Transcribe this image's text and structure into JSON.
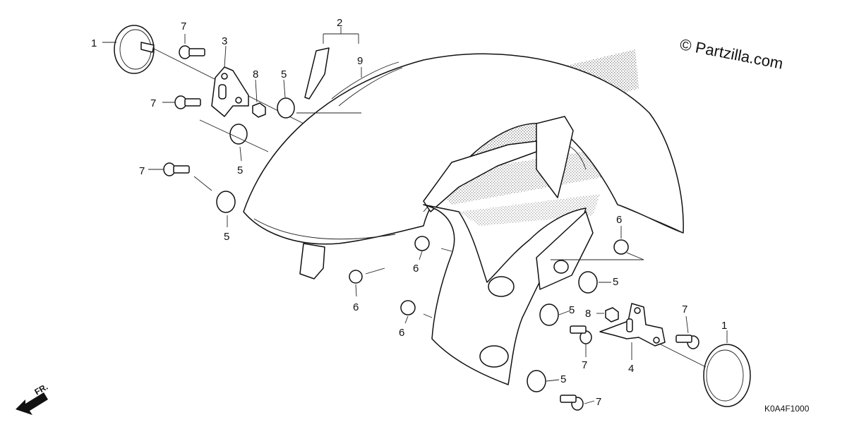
{
  "diagram": {
    "watermark": "© Partzilla.com",
    "drawing_code": "K0A4F1000",
    "direction_label": "FR.",
    "callouts": [
      {
        "id": "c-1a",
        "text": "1"
      },
      {
        "id": "c-1b",
        "text": "1"
      },
      {
        "id": "c-2",
        "text": "2"
      },
      {
        "id": "c-3",
        "text": "3"
      },
      {
        "id": "c-4",
        "text": "4"
      },
      {
        "id": "c-5a",
        "text": "5"
      },
      {
        "id": "c-5b",
        "text": "5"
      },
      {
        "id": "c-5c",
        "text": "5"
      },
      {
        "id": "c-5d",
        "text": "5"
      },
      {
        "id": "c-5e",
        "text": "5"
      },
      {
        "id": "c-5f",
        "text": "5"
      },
      {
        "id": "c-5g",
        "text": "5"
      },
      {
        "id": "c-6a",
        "text": "6"
      },
      {
        "id": "c-6b",
        "text": "6"
      },
      {
        "id": "c-6c",
        "text": "6"
      },
      {
        "id": "c-6d",
        "text": "6"
      },
      {
        "id": "c-7a",
        "text": "7"
      },
      {
        "id": "c-7b",
        "text": "7"
      },
      {
        "id": "c-7c",
        "text": "7"
      },
      {
        "id": "c-7d",
        "text": "7"
      },
      {
        "id": "c-7e",
        "text": "7"
      },
      {
        "id": "c-7f",
        "text": "7"
      },
      {
        "id": "c-8a",
        "text": "8"
      },
      {
        "id": "c-8b",
        "text": "8"
      },
      {
        "id": "c-9",
        "text": "9"
      }
    ]
  }
}
